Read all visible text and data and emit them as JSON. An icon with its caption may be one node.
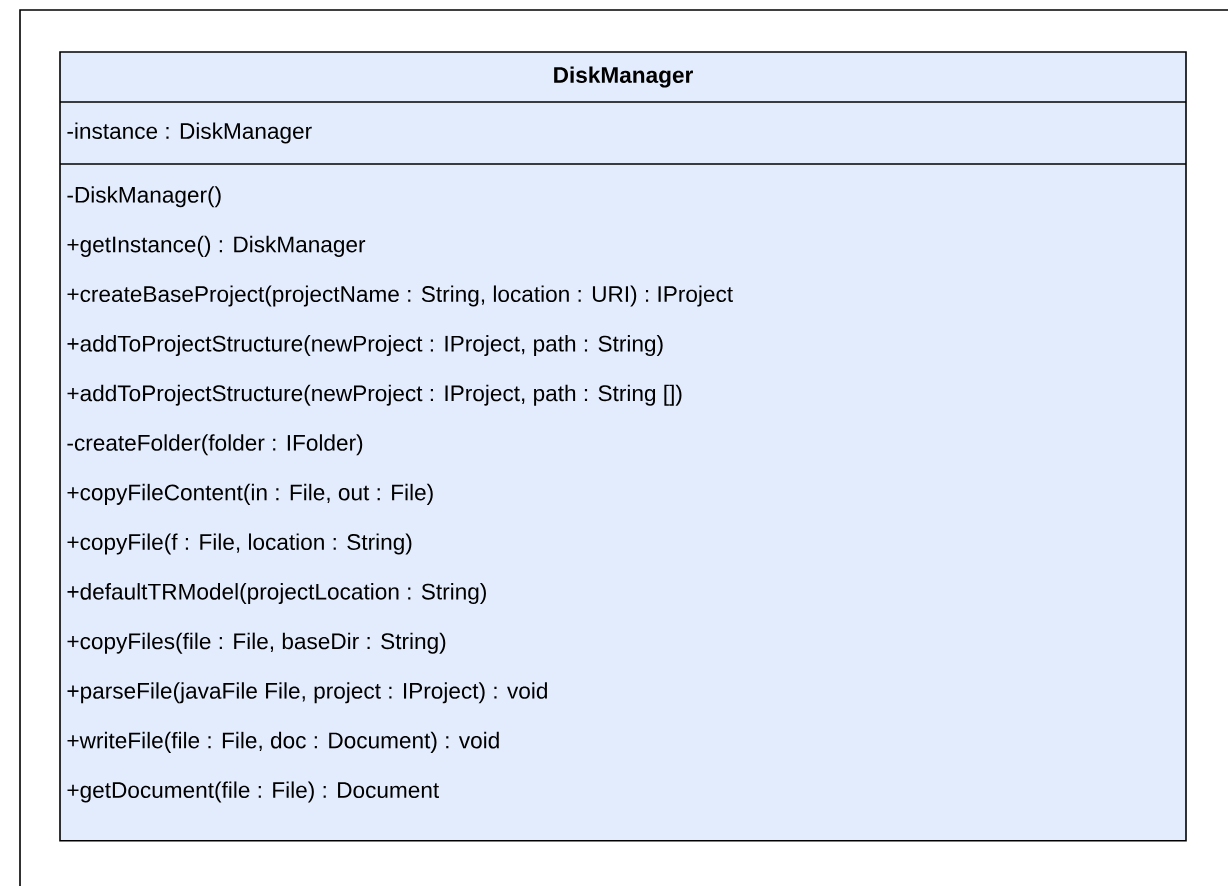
{
  "diagram": {
    "nodes": [
      {
        "text": [
          "DiskManager",
          "-instance : DiskManager",
          "-DiskManager()",
          "+getInstance() : DiskManager",
          "+createBaseProject(projectName : String, location : URI) : IProject",
          "+addToProjectStructure(newProject : IProject, path : String)",
          "+addToProjectStructure(newProject : IProject, path : String [])",
          "-createFolder(folder : IFolder)",
          "+copyFileContent(in : File, out : File)",
          "+copyFile(f : File, location : String)",
          "+defaultTRModel(projectLocation : String)",
          "+copyFiles(file : File, baseDir : String)",
          "+parseFile(javaFile File, project : IProject) : void",
          "+writeFile(file : File, doc : Document) : void",
          "+getDocument(file : File) : Document"
        ]
      }
    ]
  }
}
